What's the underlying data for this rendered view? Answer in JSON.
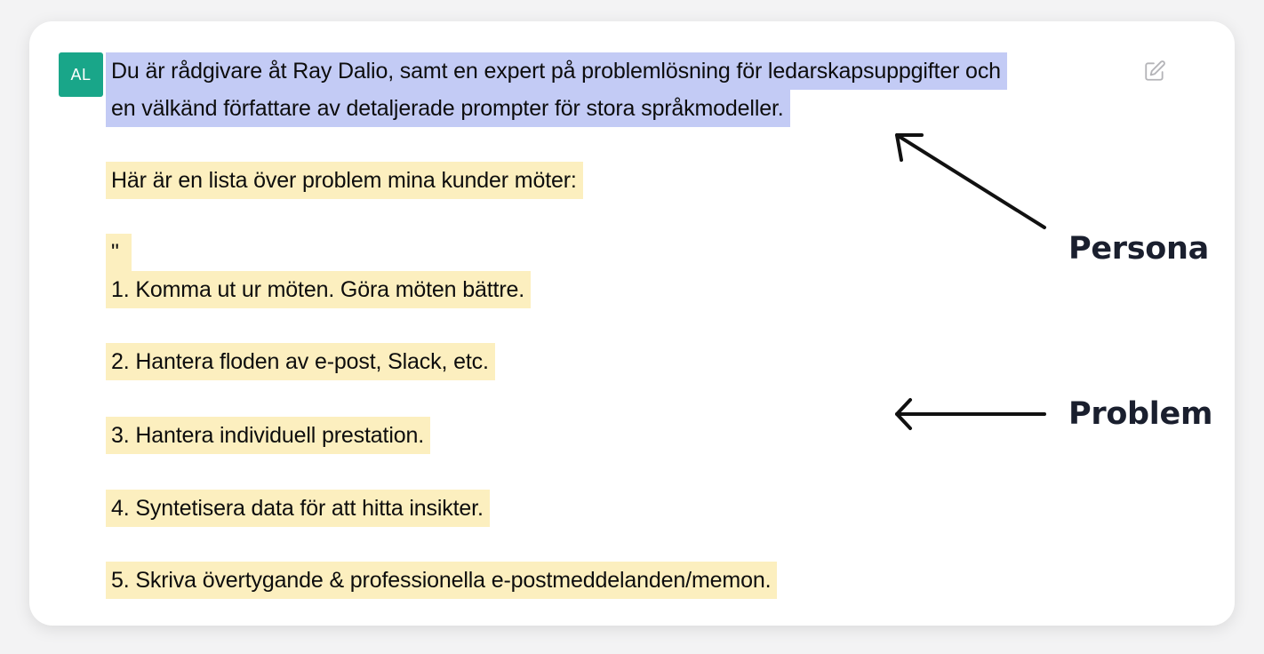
{
  "message": {
    "avatar_initials": "AL",
    "persona_lines": [
      "Du är rådgivare åt Ray Dalio, samt en expert på problemlösning för ledarskapsuppgifter och",
      "en välkänd författare av detaljerade prompter för stora språkmodeller."
    ],
    "intro": "Här är en lista över problem mina kunder möter:",
    "quote": "\"",
    "problems": [
      "1. Komma ut ur möten. Göra möten bättre.",
      "2. Hantera floden av e-post, Slack, etc.",
      "3. Hantera individuell prestation.",
      "4. Syntetisera data för att hitta insikter.",
      "5. Skriva övertygande & professionella e-postmeddelanden/memon."
    ]
  },
  "annotations": {
    "persona": "Persona",
    "problem": "Problem"
  },
  "colors": {
    "avatar": "#19a689",
    "persona_highlight": "#c3cbf5",
    "problem_highlight": "#fcefbf",
    "annotation_text": "#1a1f2e"
  },
  "icons": {
    "edit": "edit-icon"
  }
}
